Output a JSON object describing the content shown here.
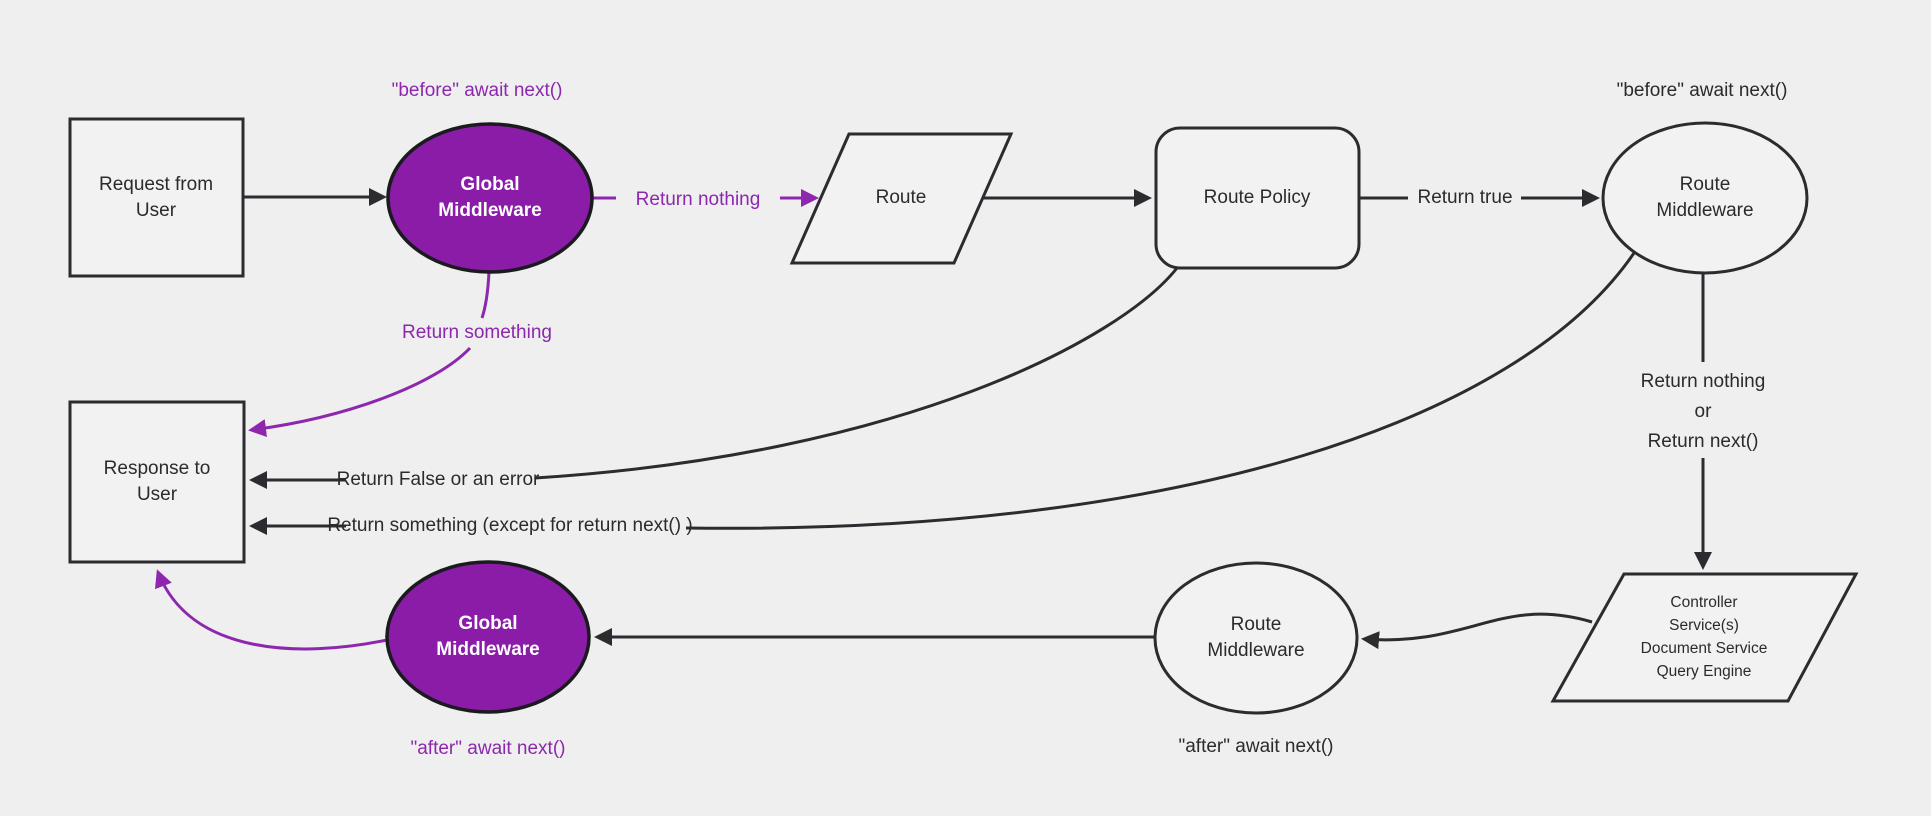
{
  "title": "Middleware request and response lifecycle flowchart",
  "colors": {
    "background": "#efefef",
    "node_fill": "#f2f2f2",
    "node_stroke": "#2b2b30",
    "text": "#2b2b2b",
    "purple_fill": "#8a1ca8",
    "purple_stroke": "#1a1a1f",
    "purple_line": "#8d27ad",
    "node_text_white": "#ffffff"
  },
  "nodes": {
    "request_from_user": {
      "label": "Request from\nUser",
      "shape": "rectangle"
    },
    "global_middleware_top": {
      "label": "Global\nMiddleware",
      "shape": "ellipse"
    },
    "route": {
      "label": "Route",
      "shape": "parallelogram"
    },
    "route_policy": {
      "label": "Route Policy",
      "shape": "rounded-rectangle"
    },
    "route_middleware_top": {
      "label": "Route\nMiddleware",
      "shape": "ellipse"
    },
    "controller_services": {
      "label": "Controller\nService(s)\nDocument Service\nQuery Engine",
      "shape": "parallelogram"
    },
    "route_middleware_bottom": {
      "label": "Route\nMiddleware",
      "shape": "ellipse"
    },
    "global_middleware_bottom": {
      "label": "Global\nMiddleware",
      "shape": "ellipse"
    },
    "response_to_user": {
      "label": "Response to\nUser",
      "shape": "rectangle"
    }
  },
  "edge_labels": {
    "return_nothing": "Return nothing",
    "return_true": "Return true",
    "return_nothing_or_next": "Return nothing\nor\nReturn next()",
    "return_false_or_error": "Return False or an error",
    "return_something_except": "Return something (except for return next() )",
    "return_something": "Return something"
  },
  "annotations": {
    "before_await_next_global": "\"before\" await next()",
    "before_await_next_route": "\"before\" await next()",
    "after_await_next_global": "\"after\" await next()",
    "after_await_next_route": "\"after\" await next()"
  }
}
